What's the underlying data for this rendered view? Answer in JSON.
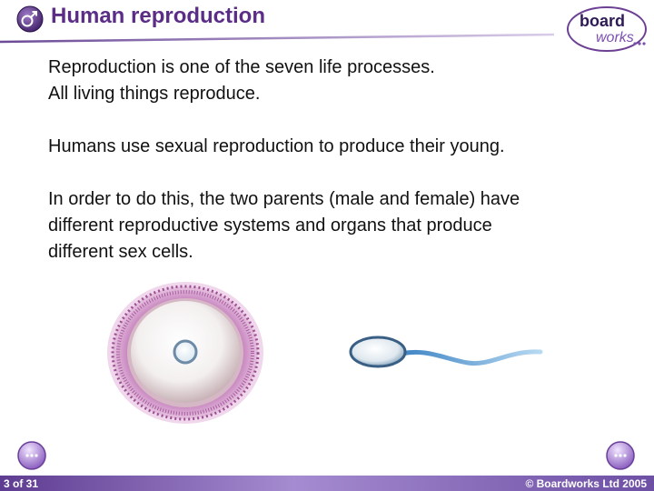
{
  "header": {
    "title": "Human reproduction",
    "brand_top": "board",
    "brand_bottom": "works"
  },
  "content": {
    "paragraphs": [
      "Reproduction is one of the seven life processes.",
      "All living things reproduce.",
      "Humans use sexual reproduction to produce their young.",
      "In order to do this, the two parents (male and female) have",
      "different reproductive systems and organs that produce",
      "different sex cells."
    ]
  },
  "footer": {
    "page": "3 of 31",
    "copyright": "© Boardworks Ltd 2005"
  },
  "icons": {
    "title_icon": "gender-symbol-icon",
    "prev": "previous-slide-icon",
    "next": "next-slide-icon"
  },
  "colors": {
    "title": "#5b2d86",
    "accent": "#8a5ab5",
    "footer": "#8266b0"
  }
}
